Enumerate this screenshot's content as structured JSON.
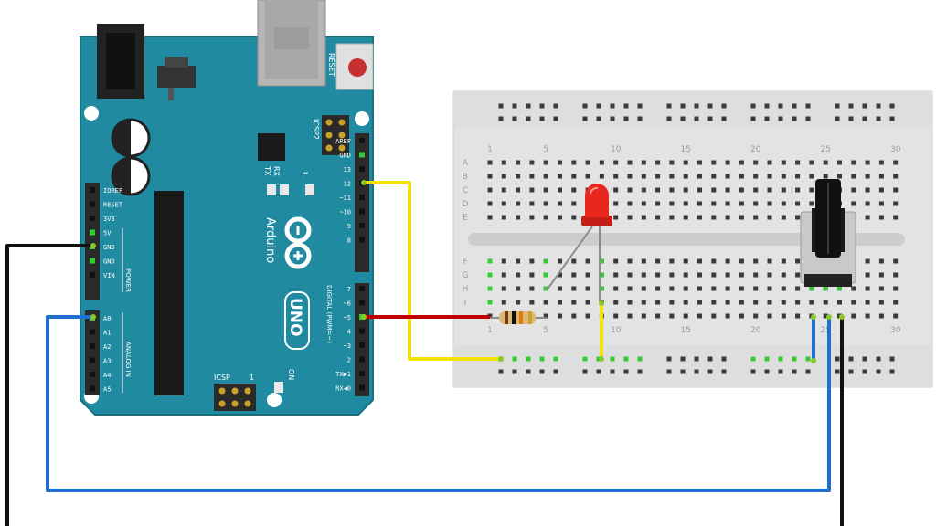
{
  "board": {
    "brand": "Arduino",
    "model": "UNO",
    "reset_label": "RESET",
    "icsp_label": "ICSP",
    "icsp2_label": "ICSP2",
    "tx_label": "TX",
    "rx_label": "RX",
    "l_label": "L",
    "on_label": "ON",
    "one_label": "1",
    "power_label": "POWER",
    "analog_label": "ANALOG IN",
    "digital_label": "DIGITAL (PWM=~)",
    "power_pins": [
      "IOREF",
      "RESET",
      "3V3",
      "5V",
      "GND",
      "GND",
      "VIN"
    ],
    "analog_pins": [
      "A0",
      "A1",
      "A2",
      "A3",
      "A4",
      "A5"
    ],
    "digital_upper": [
      "AREF",
      "GND",
      "13",
      "12",
      "~11",
      "~10",
      "~9",
      "8"
    ],
    "digital_lower": [
      "7",
      "~6",
      "~5",
      "4",
      "~3",
      "2",
      "TX▶1",
      "RX◀0"
    ],
    "colors": {
      "pcb": "#1f8aa0",
      "pcb_edge": "#17717f"
    }
  },
  "breadboard": {
    "row_letters_top": [
      "A",
      "B",
      "C",
      "D",
      "E"
    ],
    "row_letters_bottom": [
      "F",
      "G",
      "H",
      "I"
    ],
    "column_numbers_top": [
      "1",
      "5",
      "10",
      "15",
      "20",
      "25",
      "30"
    ],
    "column_numbers_bottom": [
      "1",
      "5",
      "10",
      "15",
      "20",
      "25",
      "30"
    ]
  },
  "components": {
    "led": {
      "color": "#e8281e"
    },
    "resistor": {
      "bands": [
        "#7a3b12",
        "#111111",
        "#e07a10",
        "#c9a227"
      ]
    },
    "potentiometer": {
      "body": "#c9c9c9"
    }
  },
  "wires": {
    "gnd_wire": "#f0e400",
    "pwm_wire": "#c00000",
    "power_wire": "#111111",
    "signal_wire": "#1f6fd0"
  }
}
